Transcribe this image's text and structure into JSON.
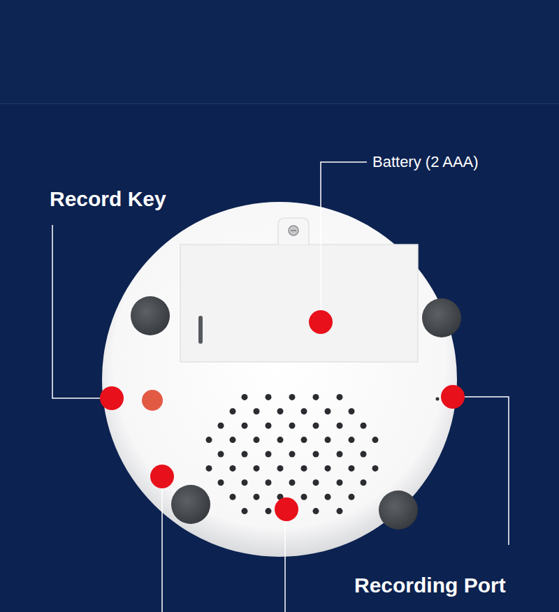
{
  "diagram": {
    "labels": [
      "Battery (2 AAA)",
      "Record Key",
      "Recording Port"
    ]
  }
}
